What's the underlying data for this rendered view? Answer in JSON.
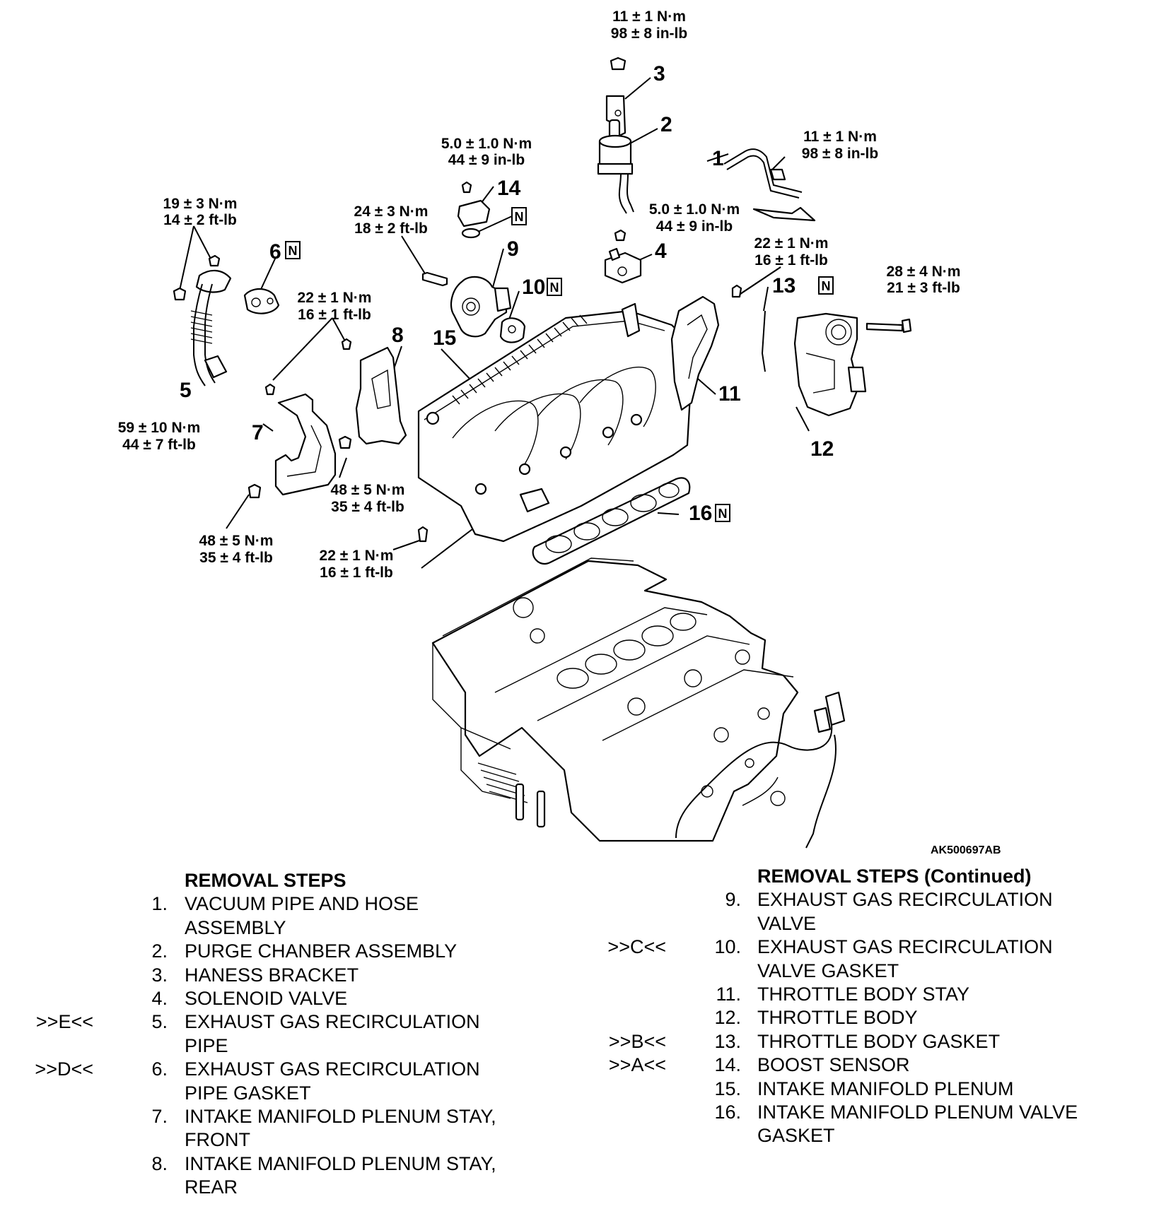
{
  "figure_code": "AK500697AB",
  "new_part_mark": "N",
  "torque_specs": {
    "t1": [
      "11 ± 1 N·m",
      "98 ± 8 in-lb"
    ],
    "t2": [
      "5.0 ± 1.0 N·m",
      "44 ± 9 in-lb"
    ],
    "t3": [
      "11 ± 1 N·m",
      "98 ± 8 in-lb"
    ],
    "t4": [
      "19 ± 3 N·m",
      "14 ± 2 ft-lb"
    ],
    "t5": [
      "24 ± 3 N·m",
      "18 ± 2 ft-lb"
    ],
    "t6": [
      "5.0 ± 1.0 N·m",
      "44 ± 9 in-lb"
    ],
    "t7": [
      "22 ± 1 N·m",
      "16 ± 1 ft-lb"
    ],
    "t8": [
      "28 ± 4 N·m",
      "21 ± 3 ft-lb"
    ],
    "t9": [
      "22 ± 1 N·m",
      "16 ± 1 ft-lb"
    ],
    "t10": [
      "59 ± 10 N·m",
      "44 ± 7 ft-lb"
    ],
    "t11": [
      "48 ± 5 N·m",
      "35 ± 4 ft-lb"
    ],
    "t12": [
      "48 ± 5 N·m",
      "35 ± 4 ft-lb"
    ],
    "t13": [
      "22 ± 1 N·m",
      "16 ± 1 ft-lb"
    ]
  },
  "callouts": [
    "1",
    "2",
    "3",
    "4",
    "5",
    "6",
    "7",
    "8",
    "9",
    "10",
    "11",
    "12",
    "13",
    "14",
    "15",
    "16"
  ],
  "removal_steps": {
    "heading": "REMOVAL STEPS",
    "heading_continued": "REMOVAL STEPS (Continued)",
    "left": [
      {
        "mark": "",
        "num": "1.",
        "lines": [
          "VACUUM PIPE AND HOSE",
          "ASSEMBLY"
        ]
      },
      {
        "mark": "",
        "num": "2.",
        "lines": [
          "PURGE CHANBER ASSEMBLY"
        ]
      },
      {
        "mark": "",
        "num": "3.",
        "lines": [
          "HANESS BRACKET"
        ]
      },
      {
        "mark": "",
        "num": "4.",
        "lines": [
          "SOLENOID VALVE"
        ]
      },
      {
        "mark": ">>E<<",
        "num": "5.",
        "lines": [
          "EXHAUST GAS RECIRCULATION",
          "PIPE"
        ]
      },
      {
        "mark": ">>D<<",
        "num": "6.",
        "lines": [
          "EXHAUST GAS RECIRCULATION",
          "PIPE GASKET"
        ]
      },
      {
        "mark": "",
        "num": "7.",
        "lines": [
          "INTAKE MANIFOLD PLENUM STAY,",
          "FRONT"
        ]
      },
      {
        "mark": "",
        "num": "8.",
        "lines": [
          "INTAKE MANIFOLD PLENUM STAY,",
          "REAR"
        ]
      }
    ],
    "right": [
      {
        "mark": "",
        "num": "9.",
        "lines": [
          "EXHAUST GAS RECIRCULATION",
          "VALVE"
        ]
      },
      {
        "mark": ">>C<<",
        "num": "10.",
        "lines": [
          "EXHAUST GAS RECIRCULATION",
          "VALVE GASKET"
        ]
      },
      {
        "mark": "",
        "num": "11.",
        "lines": [
          "THROTTLE BODY STAY"
        ]
      },
      {
        "mark": "",
        "num": "12.",
        "lines": [
          "THROTTLE BODY"
        ]
      },
      {
        "mark": ">>B<<",
        "num": "13.",
        "lines": [
          "THROTTLE BODY GASKET"
        ]
      },
      {
        "mark": ">>A<<",
        "num": "14.",
        "lines": [
          "BOOST SENSOR"
        ]
      },
      {
        "mark": "",
        "num": "15.",
        "lines": [
          "INTAKE MANIFOLD PLENUM"
        ]
      },
      {
        "mark": "",
        "num": "16.",
        "lines": [
          "INTAKE MANIFOLD PLENUM VALVE",
          "GASKET"
        ]
      }
    ]
  }
}
